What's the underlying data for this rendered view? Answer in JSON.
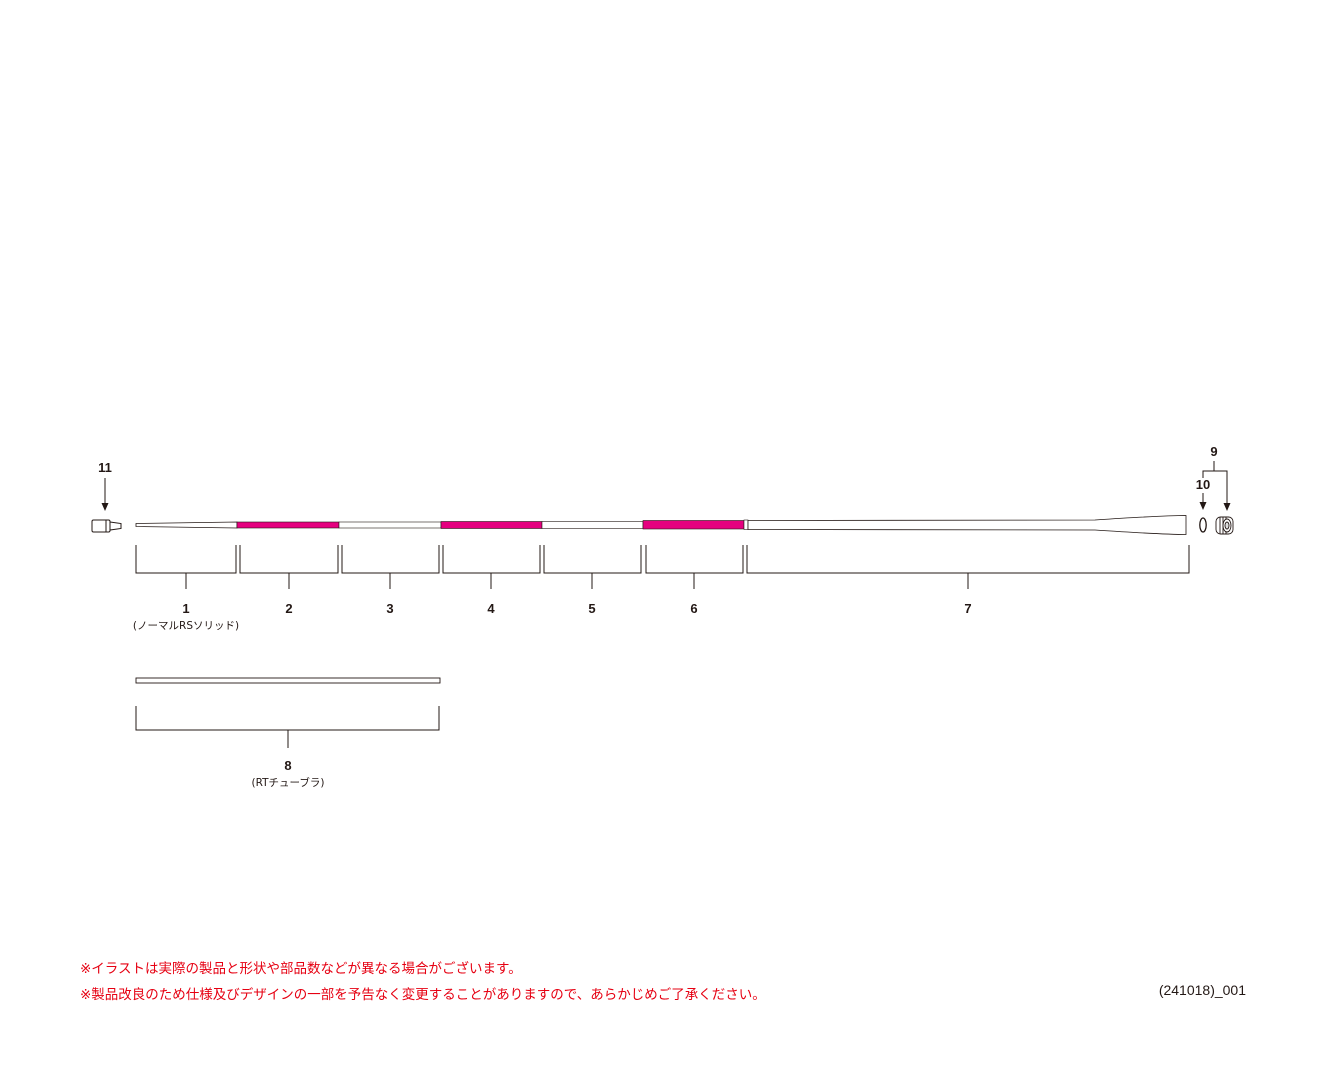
{
  "colors": {
    "line": "#231815",
    "pink": "#e5007f",
    "note": "#e60012"
  },
  "parts": [
    {
      "number": "1",
      "sublabel": "(ノーマルRSソリッド)"
    },
    {
      "number": "2"
    },
    {
      "number": "3"
    },
    {
      "number": "4"
    },
    {
      "number": "5"
    },
    {
      "number": "6"
    },
    {
      "number": "7"
    },
    {
      "number": "8",
      "sublabel": "(RTチューブラ)"
    },
    {
      "number": "9"
    },
    {
      "number": "10"
    },
    {
      "number": "11"
    }
  ],
  "notes": {
    "note1": "※イラストは実際の製品と形状や部品数などが異なる場合がございます。",
    "note2": "※製品改良のため仕様及びデザインの一部を予告なく変更することがありますので、あらかじめご了承ください。"
  },
  "code": "(241018)_001"
}
